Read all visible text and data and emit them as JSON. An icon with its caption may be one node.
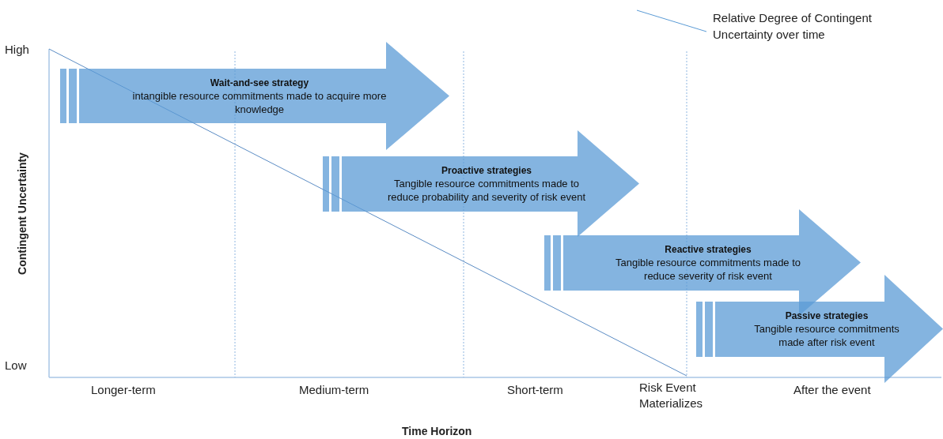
{
  "diagram": {
    "nodes": [
      {
        "text": [
          "Wait-and-see strategy",
          "intangible resource commitments made to acquire more knowledge"
        ]
      },
      {
        "text": [
          "Proactive strategies",
          "Tangible resource commitments made to reduce probability and severity of risk event"
        ]
      },
      {
        "text": [
          "Reactive strategies",
          "Tangible resource commitments made to reduce severity of risk event"
        ]
      },
      {
        "text": [
          "Passive strategies",
          "Tangible resource commitments made after risk event"
        ]
      }
    ],
    "labels": [
      "High",
      "Low",
      "Contingent Uncertainty",
      "Longer-term",
      "Medium-term",
      "Short-term",
      "Risk Event Materializes",
      "After the event",
      "Time Horizon"
    ],
    "legend": [
      {
        "text": "Relative Degree of Contingent Uncertainty over time"
      }
    ]
  }
}
